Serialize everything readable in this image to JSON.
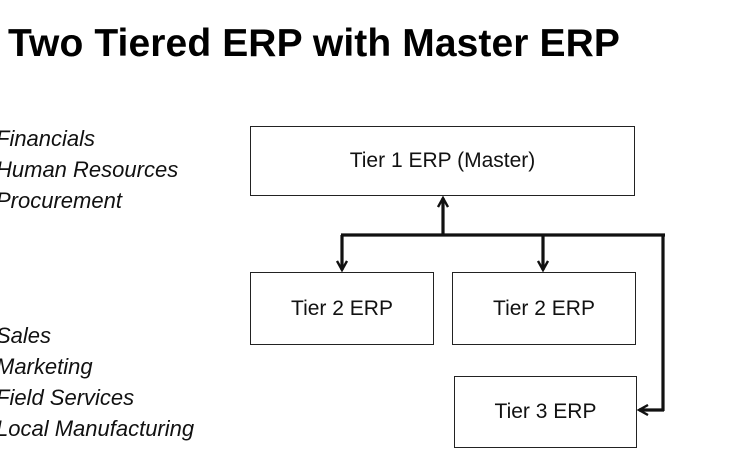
{
  "title": "Two Tiered ERP with Master ERP",
  "left_lists": {
    "top": [
      "Financials",
      "Human Resources",
      "Procurement"
    ],
    "bottom": [
      "Sales",
      "Marketing",
      "Field Services",
      "Local Manufacturing"
    ]
  },
  "diagram": {
    "tier1": "Tier 1 ERP (Master)",
    "tier2_left": "Tier 2 ERP",
    "tier2_right": "Tier 2 ERP",
    "tier3": "Tier 3 ERP"
  },
  "colors": {
    "line": "#111111",
    "box_border": "#222222"
  }
}
